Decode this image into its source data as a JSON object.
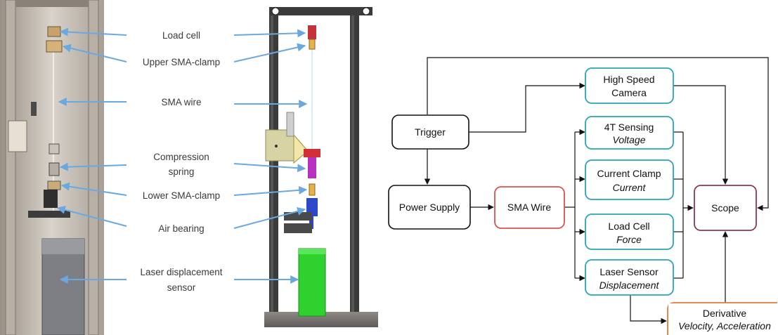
{
  "apparatus": {
    "labels": [
      "Load cell",
      "Upper SMA-clamp",
      "SMA wire",
      "Compression",
      "spring",
      "Lower SMA-clamp",
      "Air bearing",
      "Laser displacement",
      "sensor"
    ]
  },
  "block_diagram": {
    "trigger": "Trigger",
    "camera_line1": "High Speed",
    "camera_line2": "Camera",
    "power_supply": "Power Supply",
    "sma_wire": "SMA Wire",
    "sensing_title": "4T Sensing",
    "sensing_sub": "Voltage",
    "clamp_title": "Current Clamp",
    "clamp_sub": "Current",
    "loadcell_title": "Load Cell",
    "loadcell_sub": "Force",
    "laser_title": "Laser Sensor",
    "laser_sub": "Displacement",
    "scope": "Scope",
    "derivative_title": "Derivative",
    "derivative_sub": "Velocity, Acceleration"
  },
  "colors": {
    "teal": "#2aa5b3",
    "red": "#d9534f",
    "maroon": "#8b3a52",
    "orange": "#e07b39",
    "black": "#111111",
    "arrow_blue": "#6aa9e0"
  }
}
